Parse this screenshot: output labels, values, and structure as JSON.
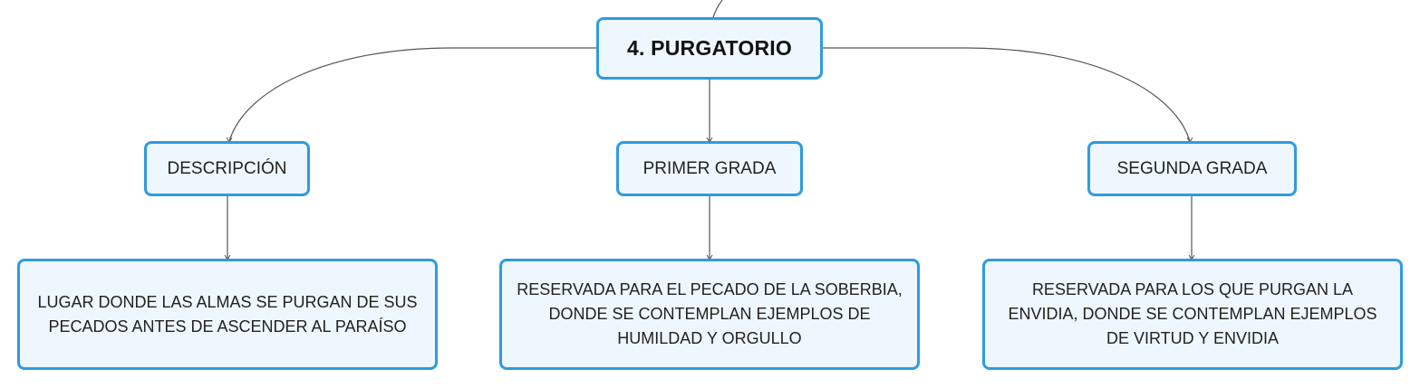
{
  "root": {
    "label": "4. PURGATORIO"
  },
  "branches": [
    {
      "label": "DESCRIPCIÓN",
      "detail_lines": [
        "LUGAR DONDE LAS ALMAS SE PURGAN DE SUS",
        "PECADOS ANTES DE ASCENDER AL PARAÍSO"
      ]
    },
    {
      "label": "PRIMER GRADA",
      "detail_lines": [
        "RESERVADA PARA EL PECADO DE LA SOBERBIA,",
        "DONDE SE CONTEMPLAN EJEMPLOS DE",
        "HUMILDAD Y ORGULLO"
      ]
    },
    {
      "label": "SEGUNDA GRADA",
      "detail_lines": [
        "RESERVADA PARA LOS QUE PURGAN LA",
        "ENVIDIA, DONDE SE CONTEMPLAN EJEMPLOS",
        "DE VIRTUD Y ENVIDIA"
      ]
    }
  ],
  "colors": {
    "node_border": "#2f9be0",
    "node_fill": "#eef7fd",
    "connector": "#555555"
  }
}
